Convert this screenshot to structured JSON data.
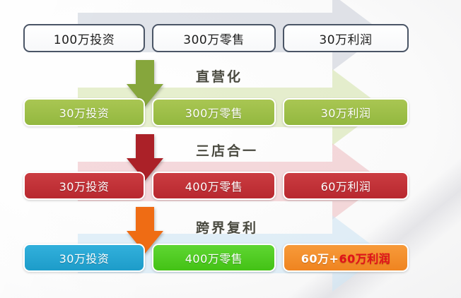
{
  "diagram": {
    "title": "",
    "columns": [
      "投资",
      "零售",
      "利润"
    ],
    "rows": [
      {
        "id": "baseline",
        "style": "white",
        "stage_label": "",
        "arrow_color": "",
        "chevron_color": "#c9cdd8",
        "cells": [
          {
            "text": "100万投资"
          },
          {
            "text": "300万零售"
          },
          {
            "text": "30万利润"
          }
        ]
      },
      {
        "id": "direct-operation",
        "style": "green",
        "stage_label": "直营化",
        "arrow_color": "#86a63c",
        "chevron_color": "#d6e4ae",
        "cells": [
          {
            "text": "30万投资"
          },
          {
            "text": "300万零售"
          },
          {
            "text": "30万利润"
          }
        ]
      },
      {
        "id": "three-stores-merged",
        "style": "red",
        "stage_label": "三店合一",
        "arrow_color": "#ab2128",
        "chevron_color": "#efc0c4",
        "cells": [
          {
            "text": "30万投资"
          },
          {
            "text": "400万零售"
          },
          {
            "text": "60万利润"
          }
        ]
      },
      {
        "id": "cross-border-compounding",
        "style": "mixed",
        "stage_label": "跨界复利",
        "arrow_color": "#ef6c14",
        "chevron_color": "#cfe6f5",
        "cells": [
          {
            "text": "30万投资",
            "style": "blue"
          },
          {
            "text": "400万零售",
            "style": "lime"
          },
          {
            "text": "",
            "style": "orange",
            "parts": [
              {
                "text": "60万+",
                "color": "#ffffff"
              },
              {
                "text": "60万利润",
                "color": "#e1121a"
              }
            ]
          }
        ]
      }
    ]
  },
  "colors": {
    "white_box_border": "#4a5566",
    "green": "#9dbd48",
    "red": "#bf2f35",
    "blue": "#28a6d4",
    "lime": "#4ec81e",
    "orange": "#f28c28",
    "highlight_red": "#e1121a",
    "label_text": "#4a4a40",
    "background": "#f0f0f1"
  }
}
